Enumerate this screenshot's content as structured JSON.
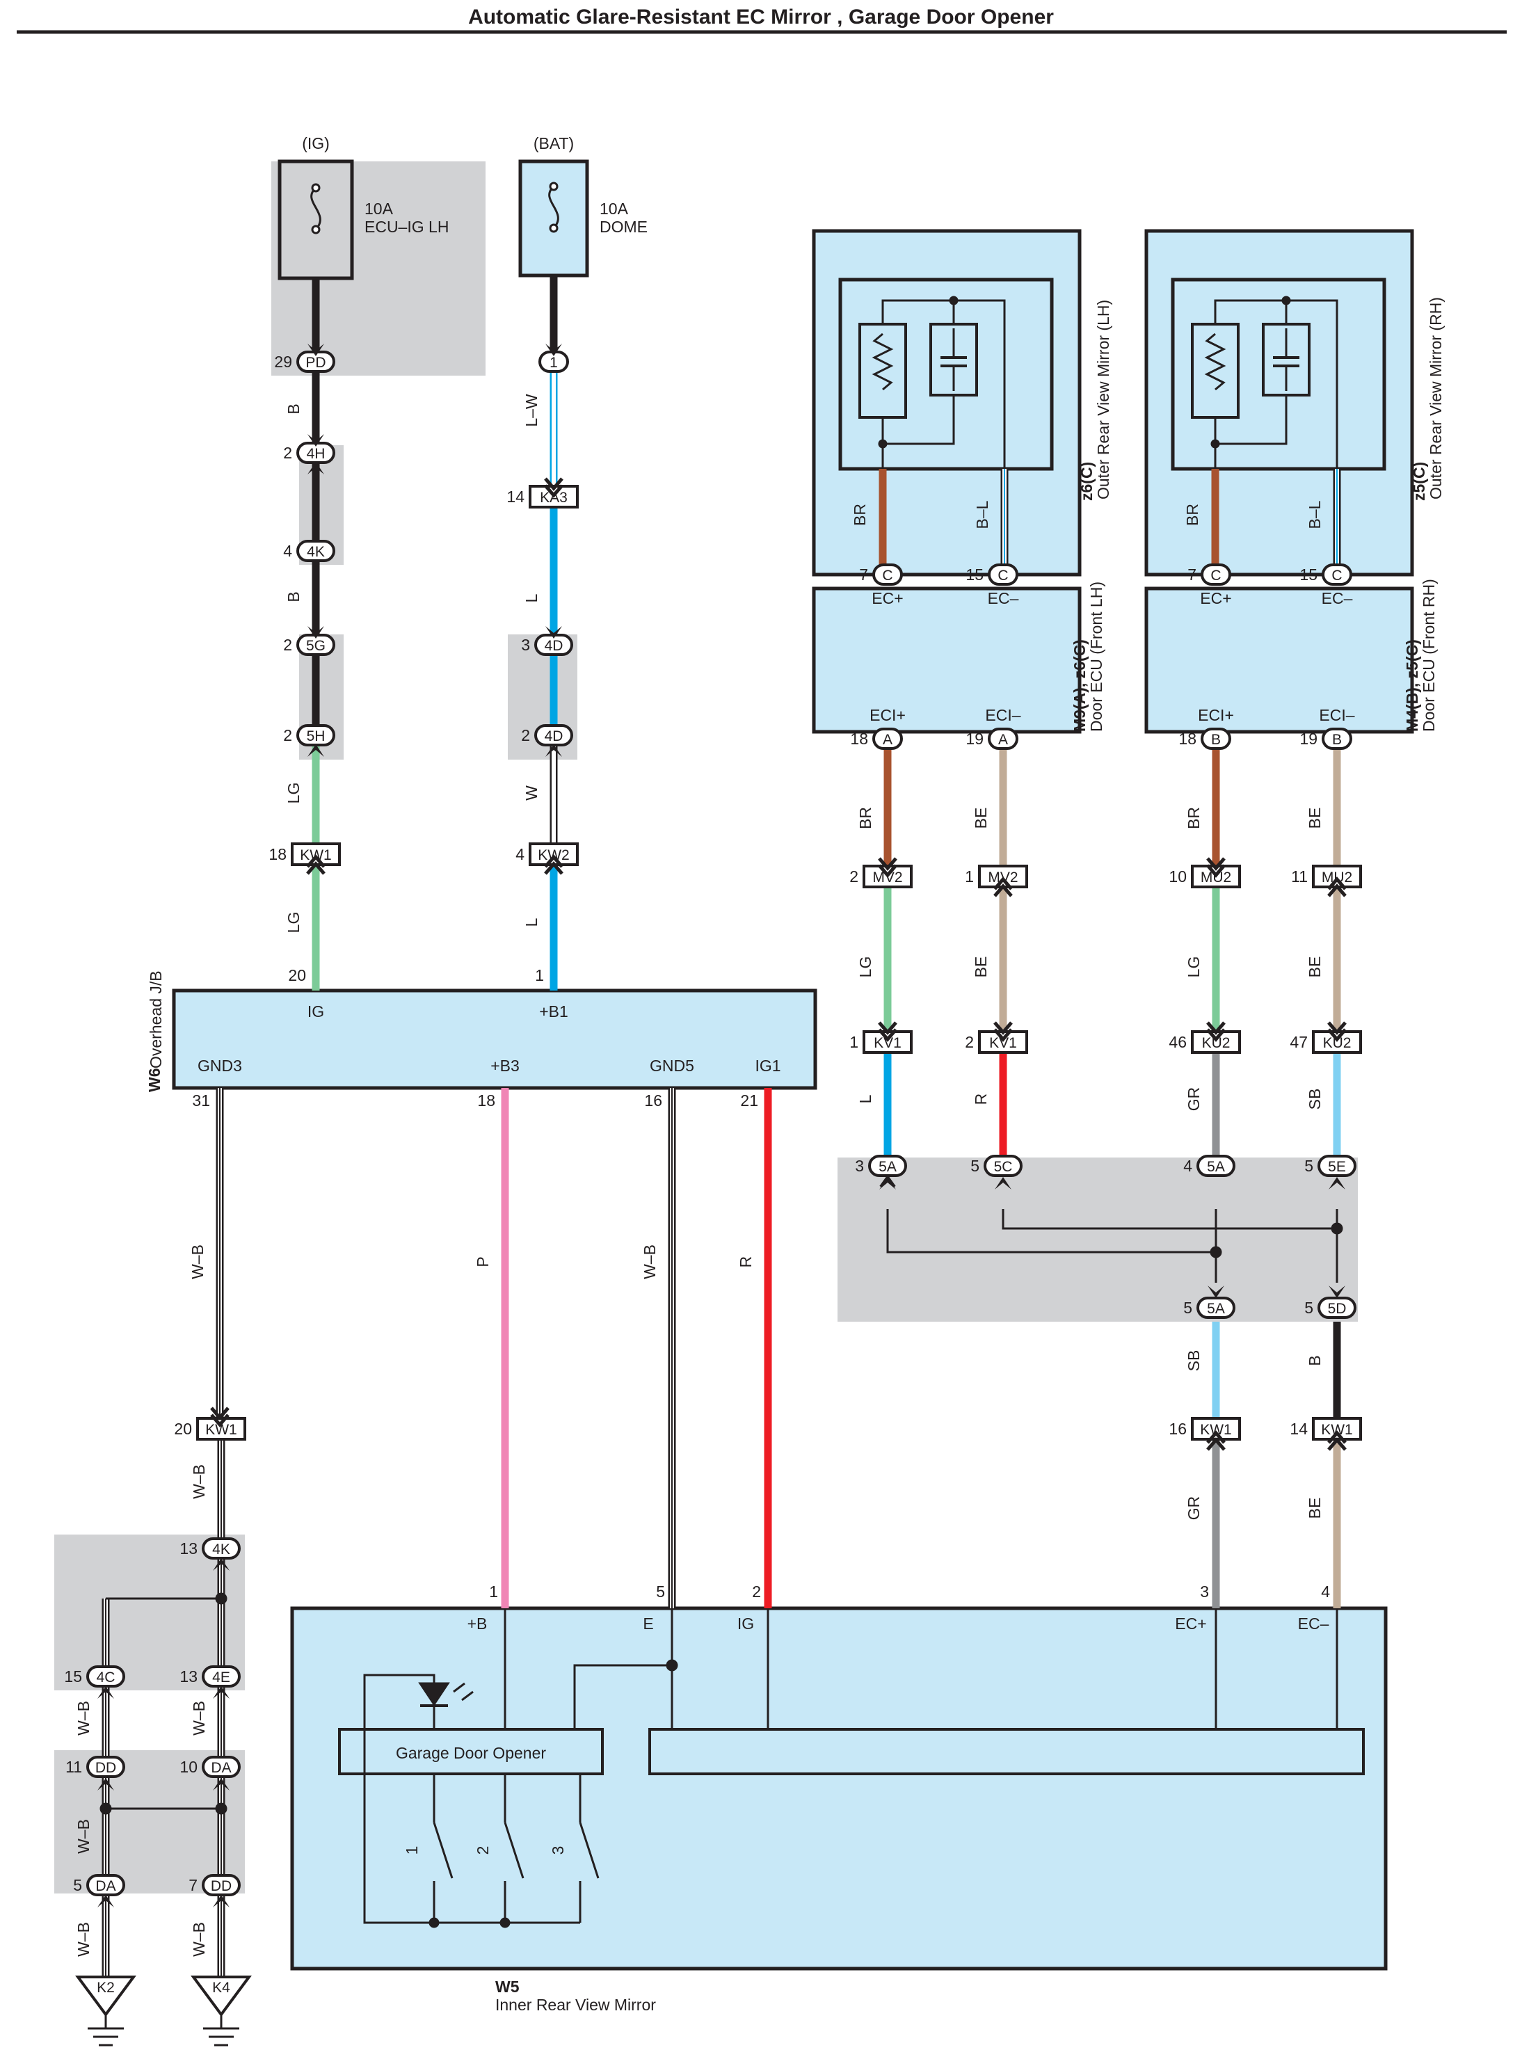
{
  "title": "Automatic Glare-Resistant EC Mirror , Garage Door Opener",
  "power_sources": [
    {
      "id": "ig",
      "label": "(IG)",
      "fuse_rating": "10A",
      "fuse_name": "ECU–IG LH"
    },
    {
      "id": "bat",
      "label": "(BAT)",
      "fuse_rating": "10A",
      "fuse_name": "DOME"
    }
  ],
  "connectors": [
    {
      "id": "pd29",
      "pin": "29",
      "name": "PD"
    },
    {
      "id": "h4",
      "pin": "2",
      "name": "4H"
    },
    {
      "id": "k4",
      "pin": "4",
      "name": "4K"
    },
    {
      "id": "g5",
      "pin": "2",
      "name": "5G"
    },
    {
      "id": "h5",
      "pin": "2",
      "name": "5H"
    },
    {
      "id": "kw1a",
      "pin": "18",
      "name": "KW1"
    },
    {
      "id": "bat1",
      "pin": "",
      "name": "1"
    },
    {
      "id": "ka3",
      "pin": "14",
      "name": "KA3"
    },
    {
      "id": "d4a",
      "pin": "3",
      "name": "4D"
    },
    {
      "id": "d4b",
      "pin": "2",
      "name": "4D"
    },
    {
      "id": "kw2",
      "pin": "4",
      "name": "KW2"
    },
    {
      "id": "c7l",
      "pin": "7",
      "name": "C"
    },
    {
      "id": "c15l",
      "pin": "15",
      "name": "C"
    },
    {
      "id": "a18",
      "pin": "18",
      "name": "A"
    },
    {
      "id": "a19",
      "pin": "19",
      "name": "A"
    },
    {
      "id": "c7r",
      "pin": "7",
      "name": "C"
    },
    {
      "id": "c15r",
      "pin": "15",
      "name": "C"
    },
    {
      "id": "b18",
      "pin": "18",
      "name": "B"
    },
    {
      "id": "b19",
      "pin": "19",
      "name": "B"
    },
    {
      "id": "mv2a",
      "pin": "2",
      "name": "MV2"
    },
    {
      "id": "mv2b",
      "pin": "1",
      "name": "MV2"
    },
    {
      "id": "mu2a",
      "pin": "10",
      "name": "MU2"
    },
    {
      "id": "mu2b",
      "pin": "11",
      "name": "MU2"
    },
    {
      "id": "kv1a",
      "pin": "1",
      "name": "KV1"
    },
    {
      "id": "kv1b",
      "pin": "2",
      "name": "KV1"
    },
    {
      "id": "ku2a",
      "pin": "46",
      "name": "KU2"
    },
    {
      "id": "ku2b",
      "pin": "47",
      "name": "KU2"
    },
    {
      "id": "a5a",
      "pin": "3",
      "name": "5A"
    },
    {
      "id": "c5",
      "pin": "5",
      "name": "5C"
    },
    {
      "id": "a5b",
      "pin": "4",
      "name": "5A"
    },
    {
      "id": "e5",
      "pin": "5",
      "name": "5E"
    },
    {
      "id": "a5c",
      "pin": "5",
      "name": "5A"
    },
    {
      "id": "d5",
      "pin": "5",
      "name": "5D"
    },
    {
      "id": "kw1c",
      "pin": "16",
      "name": "KW1"
    },
    {
      "id": "kw1d",
      "pin": "14",
      "name": "KW1"
    },
    {
      "id": "kw1b",
      "pin": "20",
      "name": "KW1"
    },
    {
      "id": "k4b",
      "pin": "13",
      "name": "4K"
    },
    {
      "id": "c4",
      "pin": "15",
      "name": "4C"
    },
    {
      "id": "e4",
      "pin": "13",
      "name": "4E"
    },
    {
      "id": "dd11",
      "pin": "11",
      "name": "DD"
    },
    {
      "id": "da10",
      "pin": "10",
      "name": "DA"
    },
    {
      "id": "da5",
      "pin": "5",
      "name": "DA"
    },
    {
      "id": "dd7",
      "pin": "7",
      "name": "DD"
    }
  ],
  "wire_labels": [
    {
      "id": "w1",
      "text": "B"
    },
    {
      "id": "w2",
      "text": "B"
    },
    {
      "id": "w3",
      "text": "LG"
    },
    {
      "id": "w4",
      "text": "LG"
    },
    {
      "id": "w5",
      "text": "L–W"
    },
    {
      "id": "w6",
      "text": "L"
    },
    {
      "id": "w7",
      "text": "W"
    },
    {
      "id": "w8",
      "text": "L"
    },
    {
      "id": "w9",
      "text": "BR"
    },
    {
      "id": "w10",
      "text": "B–L"
    },
    {
      "id": "w11",
      "text": "BR"
    },
    {
      "id": "w12",
      "text": "B–L"
    },
    {
      "id": "w13",
      "text": "BR"
    },
    {
      "id": "w14",
      "text": "BE"
    },
    {
      "id": "w15",
      "text": "BR"
    },
    {
      "id": "w16",
      "text": "BE"
    },
    {
      "id": "w17",
      "text": "LG"
    },
    {
      "id": "w18",
      "text": "BE"
    },
    {
      "id": "w19",
      "text": "LG"
    },
    {
      "id": "w20",
      "text": "BE"
    },
    {
      "id": "w21",
      "text": "L"
    },
    {
      "id": "w22",
      "text": "R"
    },
    {
      "id": "w23",
      "text": "GR"
    },
    {
      "id": "w24",
      "text": "SB"
    },
    {
      "id": "w25",
      "text": "SB"
    },
    {
      "id": "w26",
      "text": "B"
    },
    {
      "id": "w27",
      "text": "GR"
    },
    {
      "id": "w28",
      "text": "BE"
    },
    {
      "id": "w29",
      "text": "W–B"
    },
    {
      "id": "w30",
      "text": "P"
    },
    {
      "id": "w31",
      "text": "W–B"
    },
    {
      "id": "w32",
      "text": "R"
    },
    {
      "id": "w33",
      "text": "W–B"
    },
    {
      "id": "w34",
      "text": "W–B"
    },
    {
      "id": "w35",
      "text": "W–B"
    },
    {
      "id": "w36",
      "text": "W–B"
    },
    {
      "id": "w37",
      "text": "W–B"
    },
    {
      "id": "w38",
      "text": "W–B"
    }
  ],
  "jb": {
    "code": "W6",
    "name": "Overhead J/B",
    "pins": [
      {
        "id": "ig",
        "num": "20",
        "label": "IG"
      },
      {
        "id": "b1",
        "num": "1",
        "label": "+B1"
      },
      {
        "id": "gnd3",
        "num": "31",
        "label": "GND3"
      },
      {
        "id": "b3",
        "num": "18",
        "label": "+B3"
      },
      {
        "id": "gnd5",
        "num": "16",
        "label": "GND5"
      },
      {
        "id": "ig1",
        "num": "21",
        "label": "IG1"
      }
    ]
  },
  "outer_mirrors": [
    {
      "id": "lh",
      "code": "z6(C)",
      "name": "Outer Rear View Mirror (LH)"
    },
    {
      "id": "rh",
      "code": "z5(C)",
      "name": "Outer Rear View Mirror (RH)"
    }
  ],
  "door_ecus": [
    {
      "id": "lh",
      "code": "M9(A), z6(C)",
      "name": "Door ECU (Front LH)",
      "top_left": "EC+",
      "top_right": "EC–",
      "bottom_left": "ECI+",
      "bottom_right": "ECI–"
    },
    {
      "id": "rh",
      "code": "M4(B), z5(C)",
      "name": "Door ECU (Front RH)",
      "top_left": "EC+",
      "top_right": "EC–",
      "bottom_left": "ECI+",
      "bottom_right": "ECI–"
    }
  ],
  "inner_mirror": {
    "code": "W5",
    "name": "Inner Rear View Mirror",
    "module": "Garage Door Opener",
    "pins": [
      {
        "id": "b",
        "num": "1",
        "label": "+B"
      },
      {
        "id": "e",
        "num": "5",
        "label": "E"
      },
      {
        "id": "ig",
        "num": "2",
        "label": "IG"
      },
      {
        "id": "ecp",
        "num": "3",
        "label": "EC+"
      },
      {
        "id": "ecm",
        "num": "4",
        "label": "EC–"
      }
    ],
    "switches": [
      "1",
      "2",
      "3"
    ]
  },
  "grounds": [
    {
      "id": "k2",
      "label": "K2"
    },
    {
      "id": "k4",
      "label": "K4"
    }
  ],
  "colors": {
    "box_fill": "#c8e8f7",
    "shade": "#d1d2d4",
    "B": "#231f20",
    "LG": "#7ccb98",
    "L": "#00a5e4",
    "W": "#ffffff",
    "BR": "#a8532f",
    "BE": "#c1ac97",
    "R": "#ed1c24",
    "GR": "#8f9194",
    "SB": "#80d0f2",
    "P": "#f086b5"
  }
}
